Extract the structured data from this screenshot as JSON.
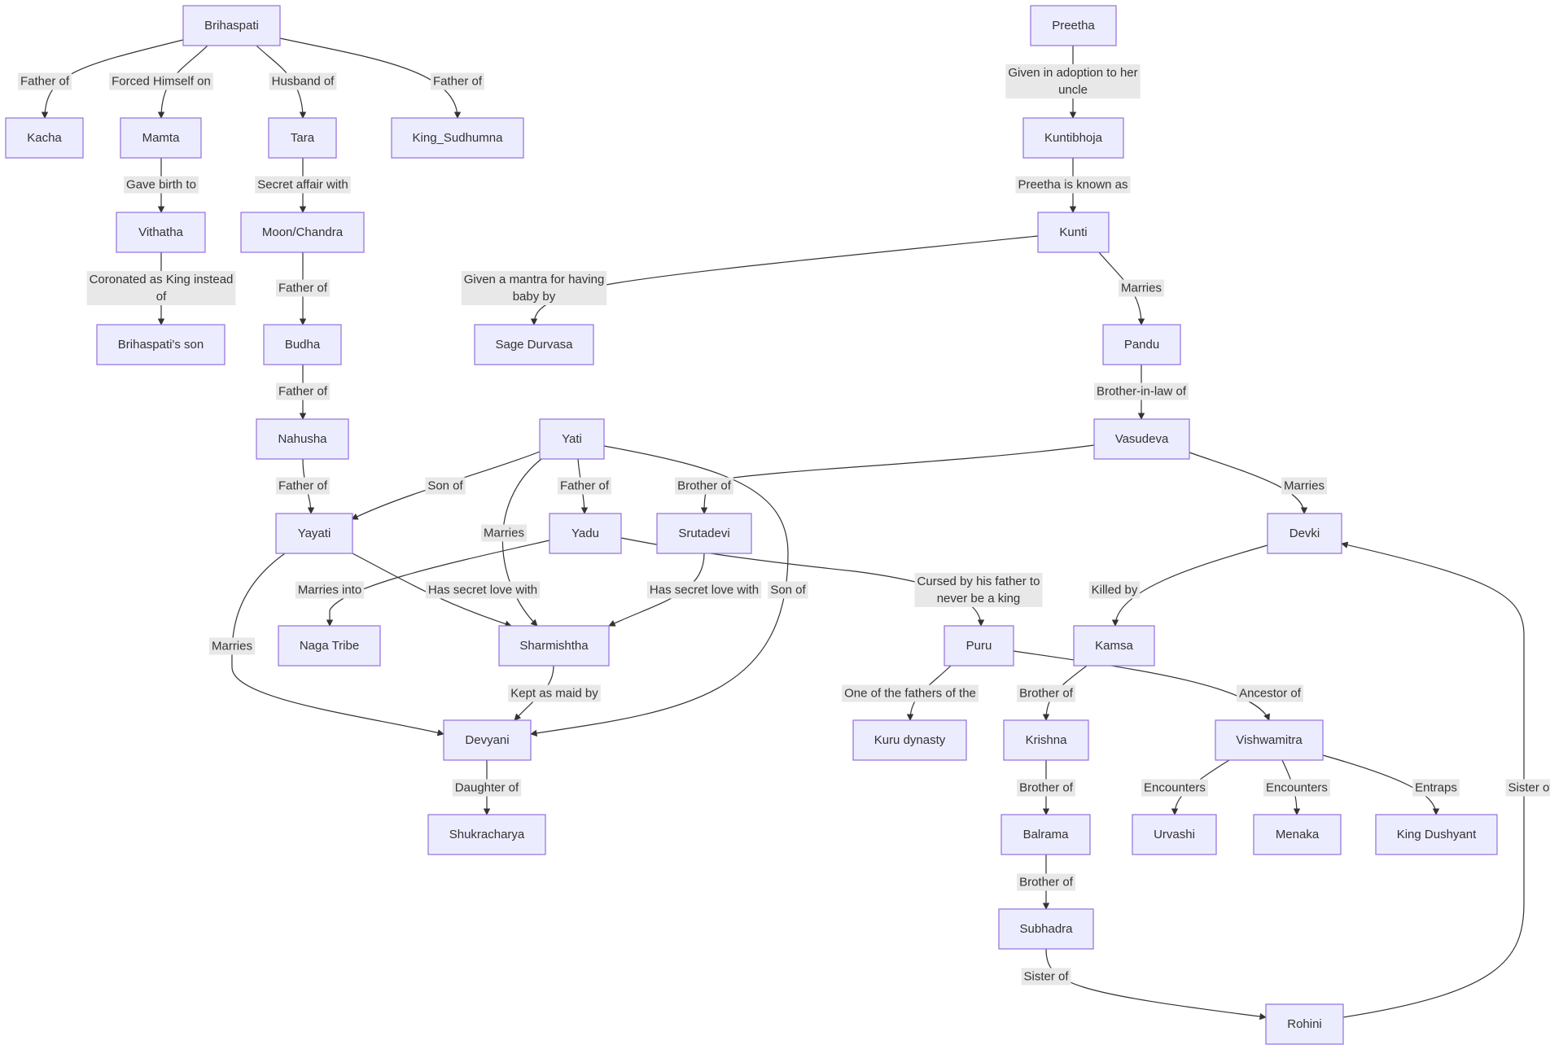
{
  "nodes": {
    "brihaspati": "Brihaspati",
    "kacha": "Kacha",
    "mamta": "Mamta",
    "tara": "Tara",
    "sudhumna": "King_Sudhumna",
    "vithatha": "Vithatha",
    "brihaspatis_son": "Brihaspati's son",
    "moon": "Moon/Chandra",
    "budha": "Budha",
    "nahusha": "Nahusha",
    "yayati": "Yayati",
    "yati": "Yati",
    "yadu": "Yadu",
    "srutadevi": "Srutadevi",
    "naga": "Naga Tribe",
    "sharmishtha": "Sharmishtha",
    "devyani": "Devyani",
    "shukracharya": "Shukracharya",
    "preetha": "Preetha",
    "kuntibhoja": "Kuntibhoja",
    "kunti": "Kunti",
    "durvasa": "Sage Durvasa",
    "pandu": "Pandu",
    "vasudeva": "Vasudeva",
    "devki": "Devki",
    "kamsa": "Kamsa",
    "puru": "Puru",
    "kuru": "Kuru dynasty",
    "krishna": "Krishna",
    "balrama": "Balrama",
    "subhadra": "Subhadra",
    "rohini": "Rohini",
    "vishwamitra": "Vishwamitra",
    "urvashi": "Urvashi",
    "menaka": "Menaka",
    "dushyant": "King Dushyant"
  },
  "edges": {
    "brihaspati_kacha": [
      "Father of"
    ],
    "brihaspati_mamta": [
      "Forced Himself on"
    ],
    "brihaspati_tara": [
      "Husband of"
    ],
    "brihaspati_sudhumna": [
      "Father of"
    ],
    "mamta_vithatha": [
      "Gave birth to"
    ],
    "vithatha_son": [
      "Coronated as King instead",
      "of"
    ],
    "tara_moon": [
      "Secret affair with"
    ],
    "moon_budha": [
      "Father of"
    ],
    "budha_nahusha": [
      "Father of"
    ],
    "nahusha_yayati": [
      "Father of"
    ],
    "yati_yayati": [
      "Son of"
    ],
    "yati_yadu": [
      "Father of"
    ],
    "yati_sharmishtha": [
      "Marries"
    ],
    "yati_devyani": [
      "Son of"
    ],
    "vasudeva_srutadevi": [
      "Brother of"
    ],
    "yadu_naga": [
      "Marries into"
    ],
    "yayati_sharmishtha": [
      "Has secret love with"
    ],
    "srutadevi_sharmishtha": [
      "Has secret love with"
    ],
    "yayati_devyani": [
      "Marries"
    ],
    "sharmishtha_devyani": [
      "Kept as maid by"
    ],
    "devyani_shukracharya": [
      "Daughter of"
    ],
    "yadu_puru": [
      "Cursed by his father to",
      "never be a king"
    ],
    "preetha_kuntibhoja": [
      "Given in adoption to her",
      "uncle"
    ],
    "kuntibhoja_kunti": [
      "Preetha is known as"
    ],
    "kunti_durvasa": [
      "Given a mantra for having",
      "baby by"
    ],
    "kunti_pandu": [
      "Marries"
    ],
    "pandu_vasudeva": [
      "Brother-in-law of"
    ],
    "vasudeva_devki": [
      "Marries"
    ],
    "devki_kamsa": [
      "Killed by"
    ],
    "puru_kuru": [
      "One of the fathers of the"
    ],
    "kamsa_krishna": [
      "Brother of"
    ],
    "puru_vishwamitra": [
      "Ancestor of"
    ],
    "krishna_balrama": [
      "Brother of"
    ],
    "balrama_subhadra": [
      "Brother of"
    ],
    "subhadra_rohini": [
      "Sister of"
    ],
    "rohini_devki": [
      "Sister of"
    ],
    "vishwamitra_urvashi": [
      "Encounters"
    ],
    "vishwamitra_menaka": [
      "Encounters"
    ],
    "vishwamitra_dushyant": [
      "Entraps"
    ]
  }
}
